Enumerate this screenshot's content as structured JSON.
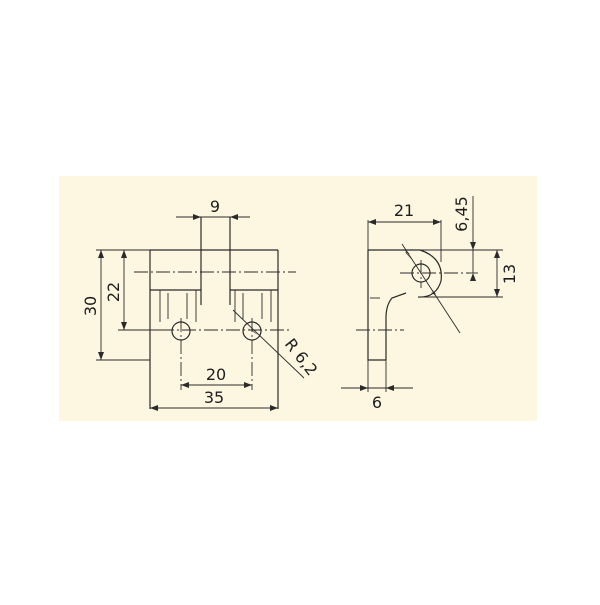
{
  "drawing": {
    "background_color": "#fdf7e2",
    "line_color": "#2a2a2a",
    "dimensions": {
      "front_width_top": "9",
      "front_height_outer": "30",
      "front_height_inner": "22",
      "hole_spacing": "20",
      "front_width_total": "35",
      "hole_radius": "R 6,2",
      "side_width_top": "21",
      "side_offset_top": "6,45",
      "side_height": "13",
      "side_thickness": "6"
    }
  }
}
